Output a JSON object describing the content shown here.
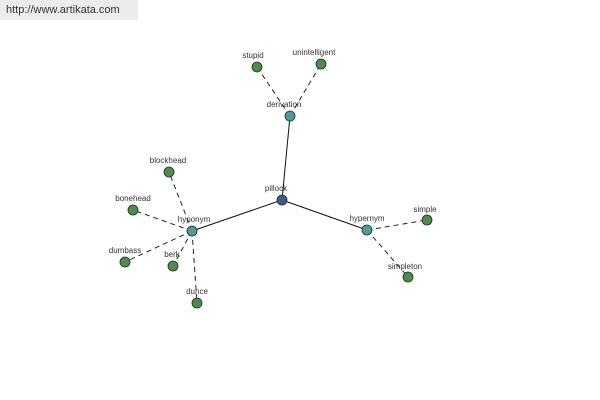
{
  "header": {
    "url": "http://www.artikata.com"
  },
  "colors": {
    "root": "#3f5a8a",
    "relation": "#4f9a9a",
    "word": "#4f8a4f",
    "outline": "#1f2f1f",
    "solid_edge": "#111111",
    "dashed_edge": "#222222"
  },
  "graph": {
    "root": {
      "label": "pillock"
    },
    "relations": {
      "derivation": {
        "label": "derivation"
      },
      "hyponym": {
        "label": "hyponym"
      },
      "hypernym": {
        "label": "hypernym"
      }
    },
    "words": {
      "stupid": {
        "label": "stupid"
      },
      "unintelligent": {
        "label": "unintelligent"
      },
      "blockhead": {
        "label": "blockhead"
      },
      "bonehead": {
        "label": "bonehead"
      },
      "dumbass": {
        "label": "dumbass"
      },
      "berk": {
        "label": "berk"
      },
      "dunce": {
        "label": "dunce"
      },
      "simple": {
        "label": "simple"
      },
      "simpleton": {
        "label": "simpleton"
      }
    }
  }
}
